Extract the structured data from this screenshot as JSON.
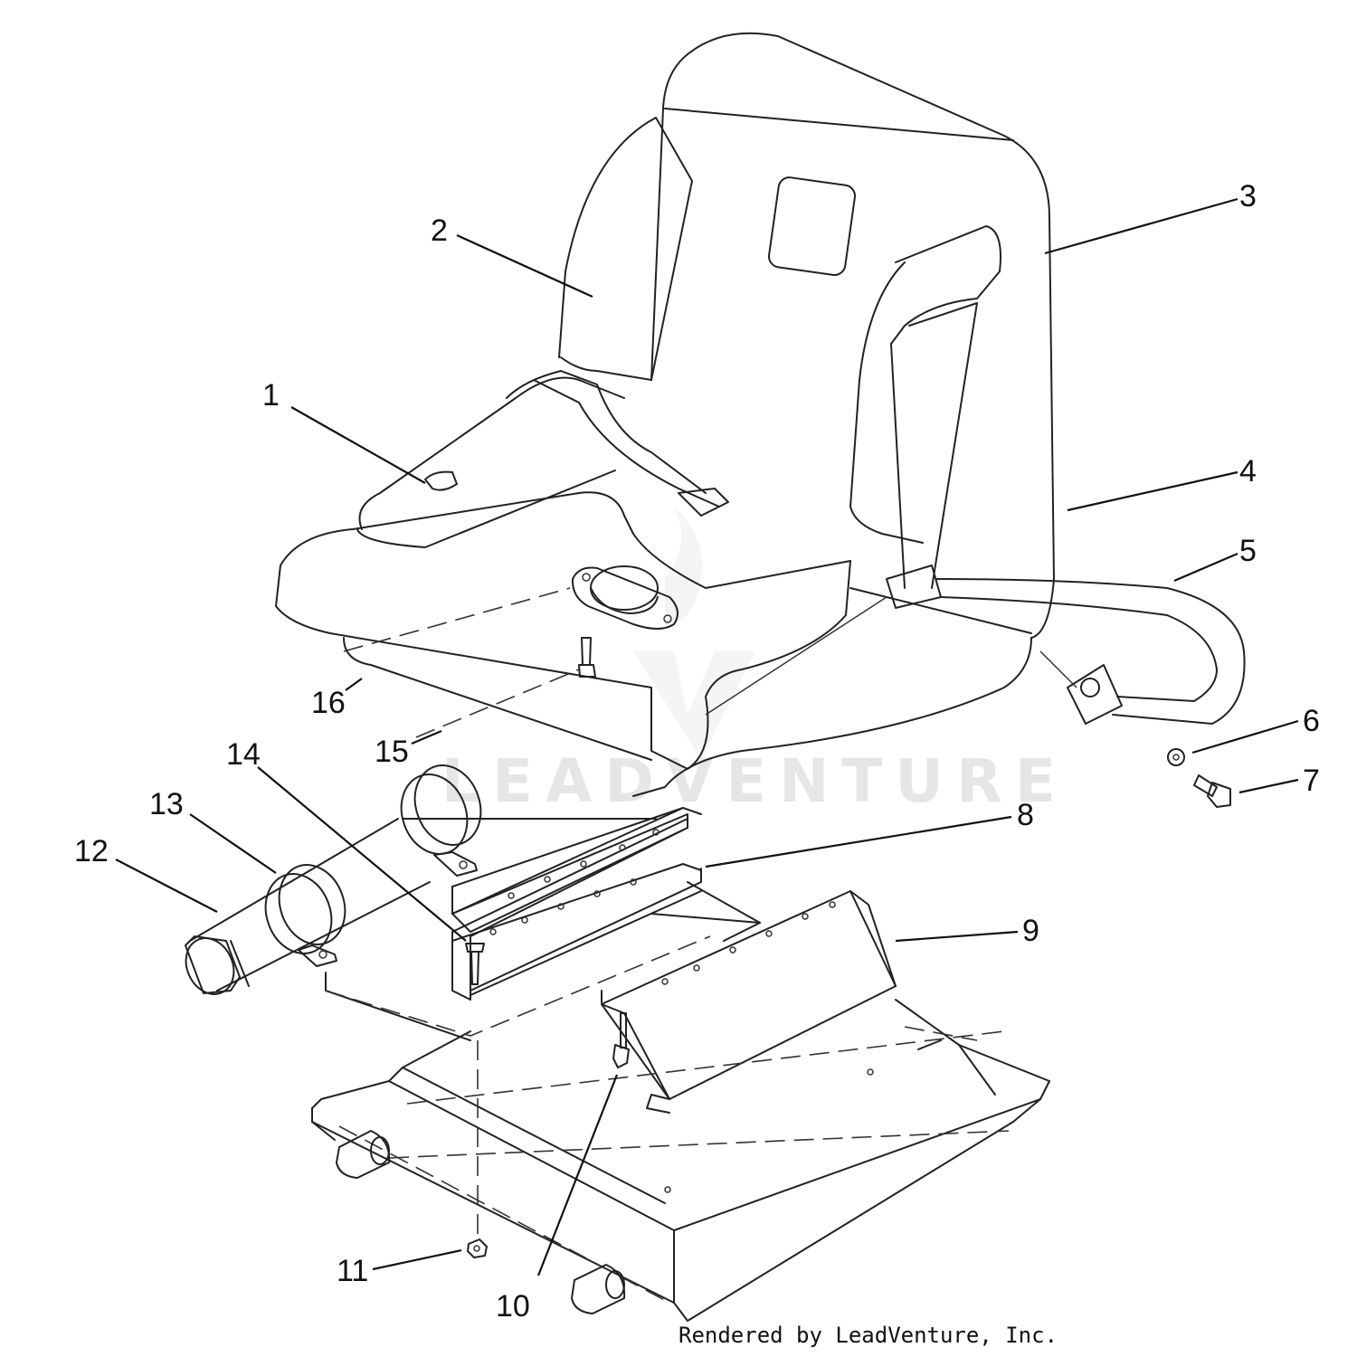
{
  "watermark": "LEADVENTURE",
  "credit": "Rendered by LeadVenture, Inc.",
  "callouts": {
    "c1": "1",
    "c2": "2",
    "c3": "3",
    "c4": "4",
    "c5": "5",
    "c6": "6",
    "c7": "7",
    "c8": "8",
    "c9": "9",
    "c10": "10",
    "c11": "11",
    "c12": "12",
    "c13": "13",
    "c14": "14",
    "c15": "15",
    "c16": "16"
  }
}
